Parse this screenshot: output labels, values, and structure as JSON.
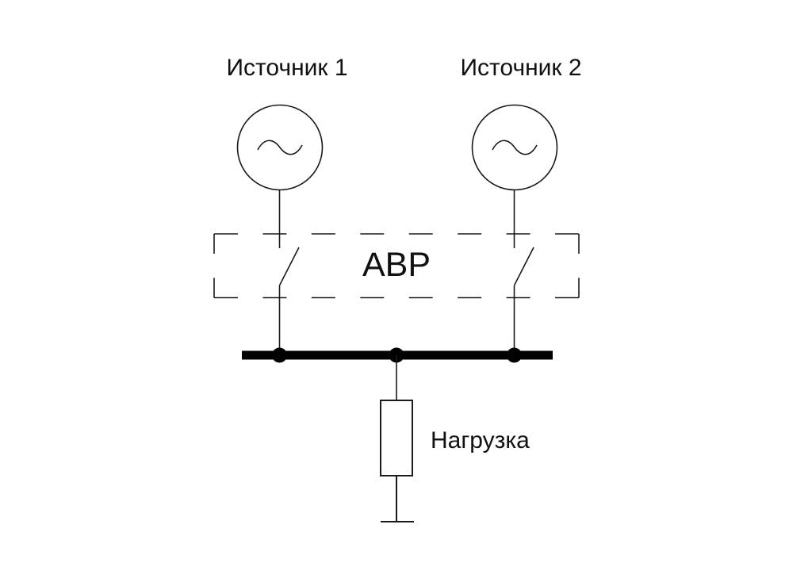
{
  "diagram": {
    "source1_label": "Источник 1",
    "source2_label": "Источник 2",
    "avr_label": "АВР",
    "load_label": "Нагрузка"
  },
  "symbols": {
    "source1": "ac-voltage-source",
    "source2": "ac-voltage-source",
    "switch1": "open-switch-contact",
    "switch2": "open-switch-contact",
    "avr_box": "dashed-function-block",
    "busbar": "busbar",
    "load": "resistor-load",
    "ground": "ground-terminal"
  },
  "colors": {
    "line": "#1a1a1a",
    "bus": "#000000",
    "text": "#111111",
    "background": "#ffffff"
  }
}
